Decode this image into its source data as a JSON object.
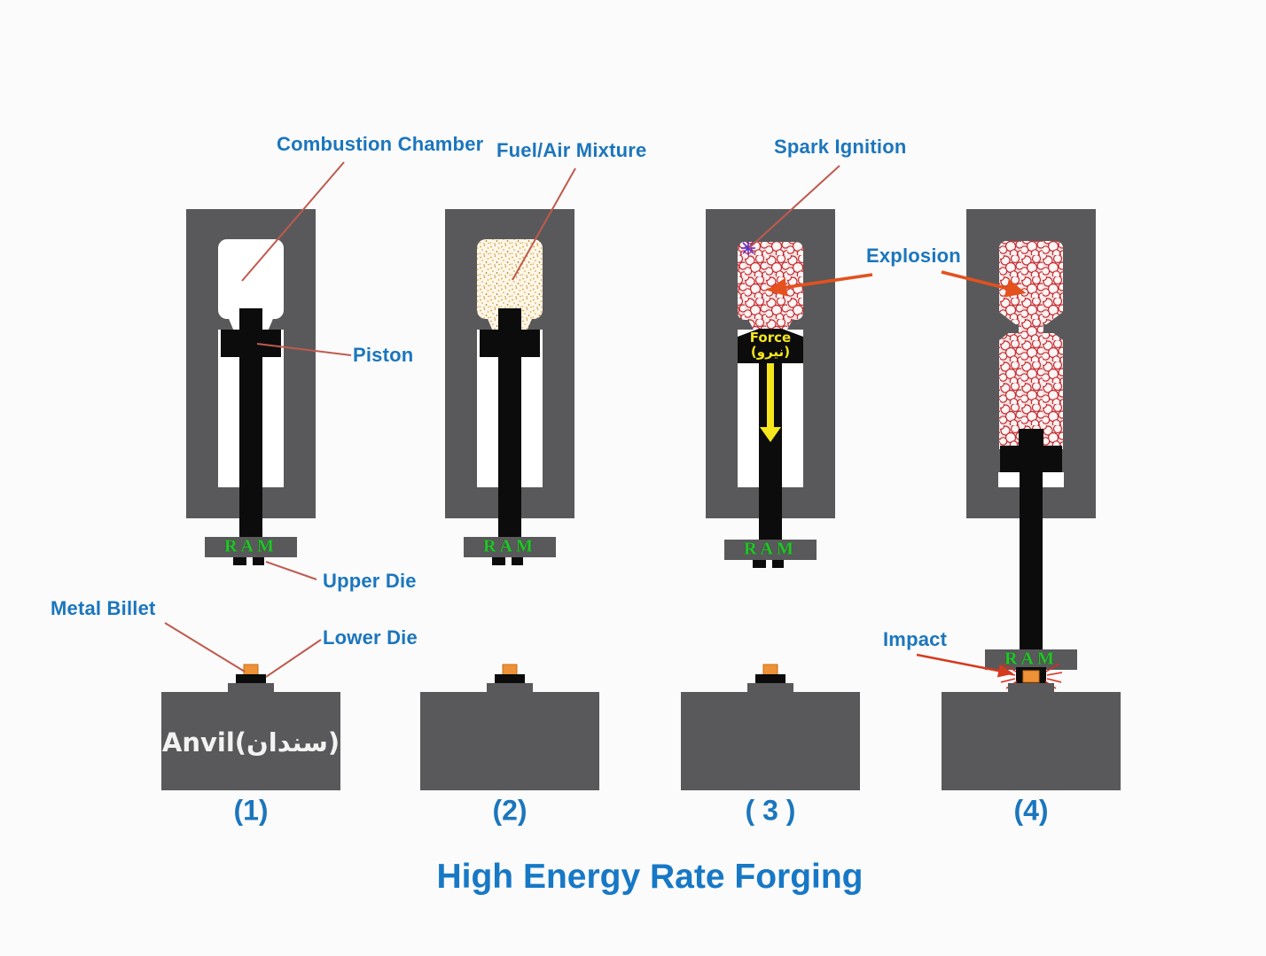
{
  "title": "High Energy Rate Forging",
  "labels": {
    "combustion_chamber": "Combustion Chamber",
    "fuel_air_mixture": "Fuel/Air Mixture",
    "spark_ignition": "Spark Ignition",
    "explosion": "Explosion",
    "piston": "Piston",
    "upper_die": "Upper Die",
    "metal_billet": "Metal Billet",
    "lower_die": "Lower Die",
    "impact": "Impact"
  },
  "machine": {
    "ram_label": "RAM",
    "force_label": "Force",
    "force_label_secondary": "(نيرو)",
    "anvil_label": "Anvil(سندان)"
  },
  "stages": [
    {
      "number": "(1)"
    },
    {
      "number": "(2)"
    },
    {
      "number": "( 3 )"
    },
    {
      "number": "(4)"
    }
  ],
  "colors": {
    "label_blue": "#1b76bd",
    "title_blue": "#1778c6",
    "machine_gray": "#59595b",
    "piston_black": "#0c0c0c",
    "ram_text_green": "#24c32a",
    "force_text_yellow": "#f6e71c",
    "billet_orange": "#ef9136",
    "fuel_dot_gold": "#d79a2c",
    "explosion_red": "#c42b30",
    "leader_line_red": "#bf5a4e",
    "arrow_orange": "#e4511d",
    "spark_purple": "#5a2fd0"
  }
}
